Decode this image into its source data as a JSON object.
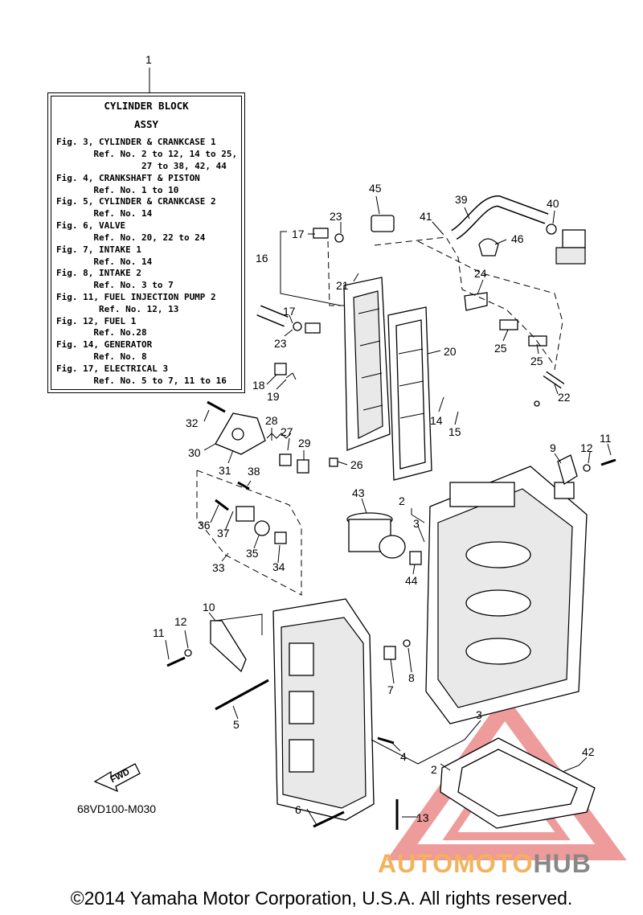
{
  "reference_box": {
    "item_number": "1",
    "title_line1": "CYLINDER BLOCK",
    "title_line2": "ASSY",
    "lines": [
      "Fig. 3, CYLINDER & CRANKCASE 1",
      "       Ref. No. 2 to 12, 14 to 25,",
      "                27 to 38, 42, 44",
      "Fig. 4, CRANKSHAFT & PISTON",
      "       Ref. No. 1 to 10",
      "Fig. 5, CYLINDER & CRANKCASE 2",
      "       Ref. No. 14",
      "Fig. 6, VALVE",
      "       Ref. No. 20, 22 to 24",
      "Fig. 7, INTAKE 1",
      "       Ref. No. 14",
      "Fig. 8, INTAKE 2",
      "       Ref. No. 3 to 7",
      "Fig. 11, FUEL INJECTION PUMP 2",
      "        Ref. No. 12, 13",
      "Fig. 12, FUEL 1",
      "       Ref. No.28",
      "Fig. 14, GENERATOR",
      "       Ref. No. 8",
      "Fig. 17, ELECTRICAL 3",
      "       Ref. No. 5 to 7, 11 to 16"
    ]
  },
  "callouts": {
    "n45": "45",
    "n39": "39",
    "n40": "40",
    "n23a": "23",
    "n41": "41",
    "n46": "46",
    "n17a": "17",
    "n16": "16",
    "n24": "24",
    "n21": "21",
    "n17b": "17",
    "n23b": "23",
    "n20": "20",
    "n25a": "25",
    "n25b": "25",
    "n18": "18",
    "n19": "19",
    "n22": "22",
    "n14": "14",
    "n15": "15",
    "n32": "32",
    "n28": "28",
    "n27": "27",
    "n29": "29",
    "n30": "30",
    "n31": "31",
    "n26": "26",
    "n9": "9",
    "n12a": "12",
    "n11a": "11",
    "n38": "38",
    "n43": "43",
    "n2a": "2",
    "n3a": "3",
    "n36": "36",
    "n37": "37",
    "n35": "35",
    "n34": "34",
    "n33": "33",
    "n44": "44",
    "n10": "10",
    "n11b": "11",
    "n12b": "12",
    "n7": "7",
    "n8": "8",
    "n5": "5",
    "n3b": "3",
    "n4": "4",
    "n42": "42",
    "n2b": "2",
    "n6": "6",
    "n13": "13"
  },
  "fwd_label": "FWD",
  "diagram_code": "68VD100-M030",
  "watermark": {
    "part1": "AUTOMOTO",
    "part2": "HUB",
    "color1": "#f3b25b",
    "color2": "#888888"
  },
  "copyright": "©2014 Yamaha Motor Corporation, U.S.A. All rights reserved."
}
